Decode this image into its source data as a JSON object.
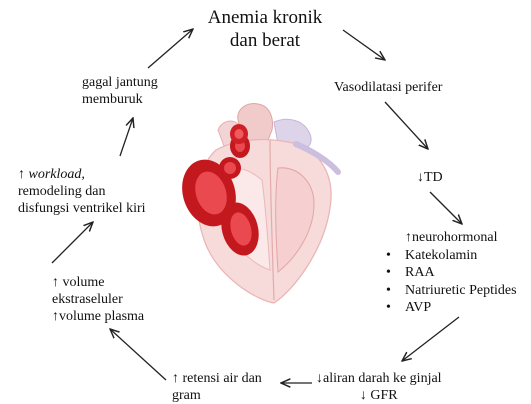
{
  "title_line1": "Anemia kronik",
  "title_line2": "dan berat",
  "vasodilatasi": "Vasodilatasi perifer",
  "td": "↓TD",
  "neuro": {
    "heading": "↑neurohormonal",
    "items": [
      "Katekolamin",
      "RAA",
      "Natriuretic Peptides",
      "AVP"
    ]
  },
  "ginjal_line1": "↓aliran darah ke ginjal",
  "ginjal_line2": "↓ GFR",
  "retensi_line1": "↑ retensi air dan",
  "retensi_line2": "gram",
  "volume_line1": "↑ volume",
  "volume_line2": "ekstraseluler",
  "volume_line3": "↑volume plasma",
  "workload_arrow": "↑ ",
  "workload_word": "workload,",
  "workload_line2": "remodeling dan",
  "workload_line3": "disfungsi ventrikel kiri",
  "gagal_line1": "gagal jantung",
  "gagal_line2": "memburuk",
  "colors": {
    "arrow": "#222222",
    "blood_cell": "#d8262e",
    "heart": "#f4d3d3"
  },
  "icons": [
    "heart-illustration",
    "red-blood-cell-icon"
  ]
}
